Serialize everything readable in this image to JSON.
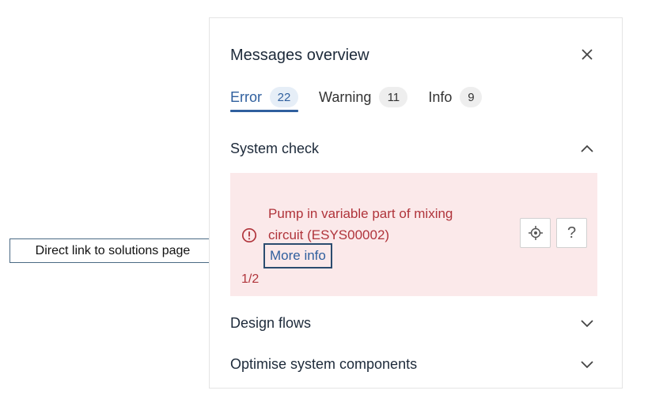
{
  "annotation": {
    "callout_text": "Direct link to solutions page"
  },
  "panel": {
    "title": "Messages overview",
    "tabs": [
      {
        "label": "Error",
        "count": "22"
      },
      {
        "label": "Warning",
        "count": "11"
      },
      {
        "label": "Info",
        "count": "9"
      }
    ],
    "sections": [
      {
        "title": "System check",
        "expanded": true,
        "message": {
          "text": "Pump in variable part of mixing circuit (ESYS00002)",
          "link_label": "More info",
          "pager": "1/2",
          "help_label": "?"
        }
      },
      {
        "title": "Design flows",
        "expanded": false
      },
      {
        "title": "Optimise system components",
        "expanded": false
      }
    ]
  },
  "colors": {
    "accent": "#2f5f9e",
    "error_text": "#b0343b",
    "error_bg": "#fbe9ea"
  }
}
